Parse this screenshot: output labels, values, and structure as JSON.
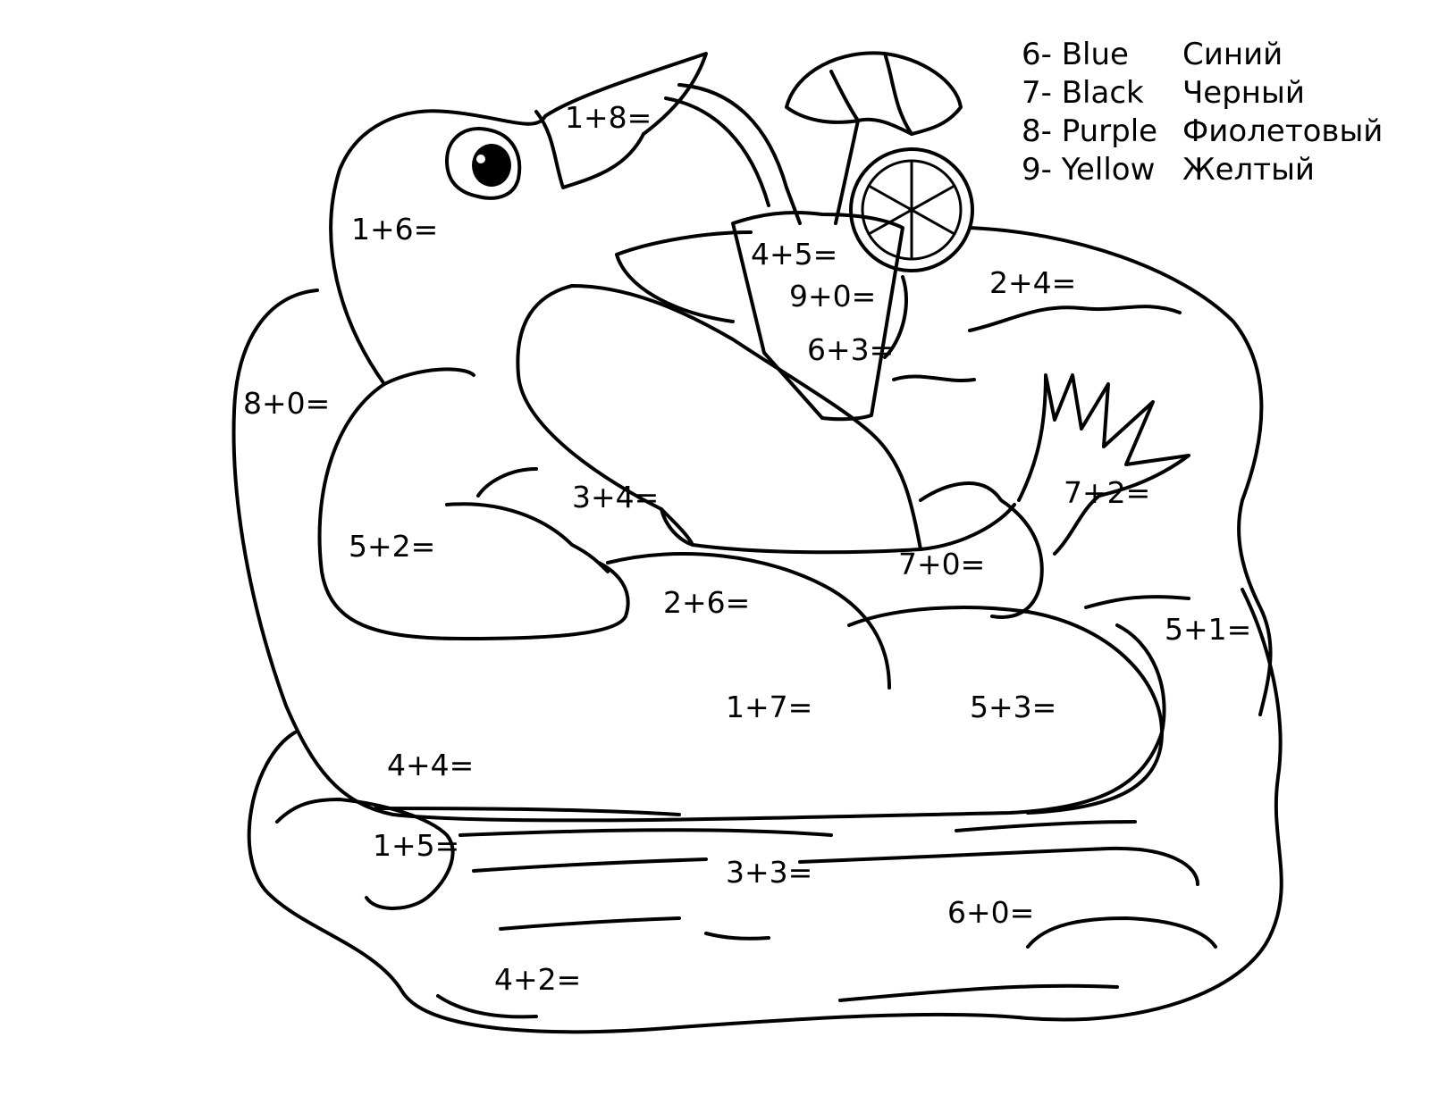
{
  "legend": [
    {
      "number_label": "6- Blue",
      "russian": "Синий",
      "color": "#1e5bd8"
    },
    {
      "number_label": "7- Black",
      "russian": "Черный",
      "color": "#000000"
    },
    {
      "number_label": "8- Purple",
      "russian": "Фиолетовый",
      "color": "#7a2fb5"
    },
    {
      "number_label": "9- Yellow",
      "russian": "Желтый",
      "color": "#f5d31c"
    }
  ],
  "equations": {
    "beak": "1+8=",
    "head": "1+6=",
    "glass_top": "4+5=",
    "glass_middle": "9+0=",
    "glass_bottom": "6+3=",
    "cushion_top_right": "2+4=",
    "cushion_left": "8+0=",
    "wing_upper": "3+4=",
    "wing_lower": "5+2=",
    "feather_tail": "7+2=",
    "belly": "7+0=",
    "arm_rest": "2+6=",
    "chair_right": "5+1=",
    "chair_front_middle": "1+7=",
    "chair_front_right": "5+3=",
    "chair_front_left": "4+4=",
    "water_left": "1+5=",
    "water_middle": "3+3=",
    "water_right": "6+0=",
    "water_bottom": "4+2="
  }
}
